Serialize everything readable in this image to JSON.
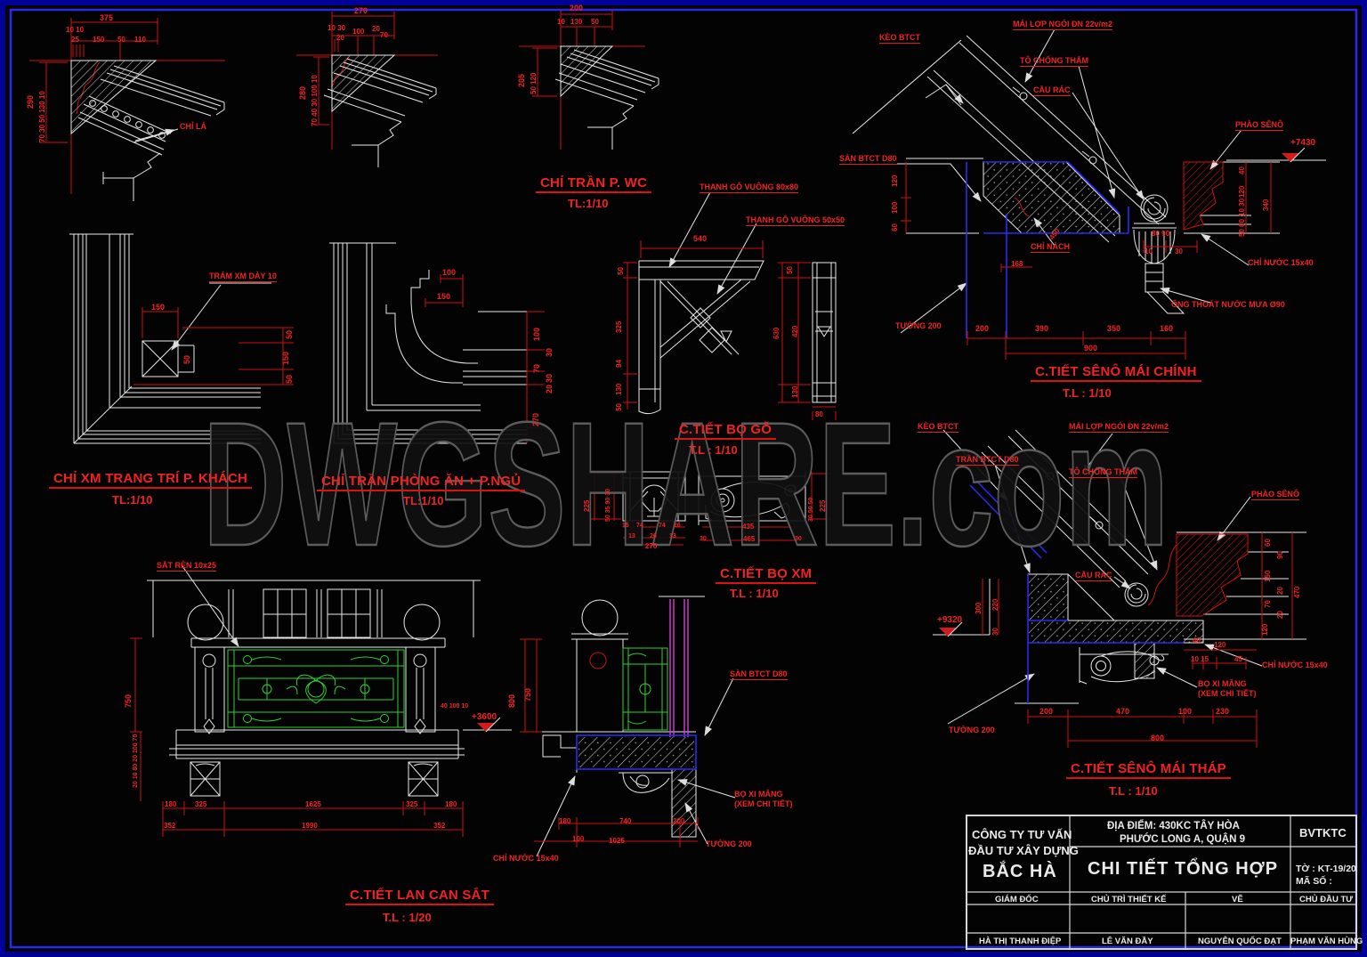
{
  "watermark": "DWGSHARE.com",
  "colors": {
    "dim_red": "#f32222",
    "line_white": "#e8e8e8",
    "accent_blue": "#2a2aee",
    "rail_green": "#2ed32e",
    "pipe_magenta": "#d93bd9"
  },
  "d1": {
    "w": "375",
    "r1": "10 10",
    "r2": "25",
    "r3": "150",
    "r4": "50",
    "r5": "110",
    "h": "290",
    "lc": "70 30 50 130 10",
    "label": "CHỈ LÁ"
  },
  "d2": {
    "w": "270",
    "r1": "10 30",
    "r2": "20",
    "r3": "100",
    "r4": "20",
    "r5": "70",
    "h": "280",
    "lc": "70 40 30 100 10"
  },
  "d3": {
    "w": "200",
    "r1": "10",
    "r2": "130",
    "r3": "50",
    "h": "205",
    "lc": "50 120",
    "title": "CHỈ TRẦN P. WC",
    "scale": "TL:1/10"
  },
  "d4": {
    "leader": "TRÁM XM DÀY 10",
    "d150": "150",
    "d50": "50",
    "rc1": "50",
    "rc2": "150",
    "rc3": "50",
    "title": "CHỈ XM TRANG TRÍ P. KHÁCH",
    "scale": "TL:1/10"
  },
  "d5": {
    "d100": "100",
    "d150": "150",
    "rc": [
      "100",
      "30",
      "70",
      "30",
      "20",
      "270"
    ],
    "title": "CHỈ TRẦN PHÒNG ĂN +  P.NGỦ",
    "scale": "TL:1/10"
  },
  "d6": {
    "l1": "THANH GỖ VUÔNG 80x80",
    "l2": "THANH GỖ VUÔNG 50x50",
    "w": "540",
    "lc": [
      "50",
      "325",
      "94",
      "130",
      "50"
    ],
    "sc": [
      "50",
      "630",
      "420",
      "130",
      "80"
    ],
    "title": "C.TIẾT BỌ GỖ",
    "scale": "T.L : 1/10"
  },
  "d7": {
    "b1": [
      "15",
      "74",
      "74",
      "26"
    ],
    "b2": [
      "13",
      "26",
      "13"
    ],
    "b3": "270",
    "lh": "225",
    "lsc": "50 35 90 30",
    "rb1": "435",
    "rb2": [
      "30",
      "465",
      "30"
    ],
    "rh": "225",
    "rsc": "30 50 50",
    "title": "C.TIẾT BỌ XM",
    "scale": "T.L : 1/10"
  },
  "d8": {
    "keo": "KÈO BTCT",
    "mai": "MÁI LỢP NGÓI ĐN 22v/m2",
    "tct": "TÔ CHỐNG THẤM",
    "cr": "CẦU RÁC",
    "ps": "PHÀO SÊNÔ",
    "elev": "+7430",
    "san": "SÀN BTCT D80",
    "cn": "CHỈ NÁCH",
    "tuong": "TƯỜNG 200",
    "cnuoc": "CHỈ NƯỚC 15x40",
    "ong": "ỐNG THOÁT NƯỚC MƯA Ø90",
    "lc": [
      "120",
      "100",
      "60"
    ],
    "d168": "168",
    "d450": "450",
    "d8090": "80  90",
    "d10": "10",
    "d30": "30",
    "rc": [
      "40",
      "120",
      "10 30",
      "60",
      "50",
      "340"
    ],
    "bd": [
      "200",
      "390",
      "350",
      "160",
      "900"
    ],
    "title": "C.TIẾT SÊNÔ MÁI CHÍNH",
    "scale": "T.L : 1/10"
  },
  "d9": {
    "keo": "KÈO BTCT",
    "tran": "TRẦN BTCT D80",
    "mai": "MÁI LỢP NGÓI ĐN 22v/m2",
    "tct": "TÔ CHỐNG THẤM",
    "ps": "PHÀO SÊNÔ",
    "cr": "CẦU RÁC",
    "elev": "+9320",
    "tuong": "TƯỜNG 200",
    "cnuoc": "CHỈ NƯỚC 15x40",
    "bxm1": "BỌ XI MĂNG",
    "bxm2": "(XEM CHI TIẾT)",
    "lc": [
      "300",
      "220",
      "30"
    ],
    "rc": [
      "60",
      "90",
      "150",
      "20",
      "70",
      "20",
      "120",
      "470"
    ],
    "sd": [
      "40",
      "120",
      "10 15",
      "45"
    ],
    "bd": [
      "200",
      "470",
      "100",
      "230",
      "800"
    ],
    "title": "C.TIẾT SÊNÔ MÁI THÁP",
    "scale": "T.L : 1/10"
  },
  "d10": {
    "label": "SẮT RÈN 10x25",
    "h750": "750",
    "lsc": "20 10 80 20 100 70",
    "rsc": "40 100 10",
    "bd1": [
      "180",
      "325",
      "1625",
      "325",
      "180"
    ],
    "bd2": [
      "352",
      "1990",
      "352"
    ],
    "title": "C.TIẾT LAN CAN SẮT",
    "scale": "T.L : 1/20"
  },
  "d11": {
    "elev": "+3600",
    "h800": "800",
    "h750": "750",
    "san": "SÀN BTCT D80",
    "bxm1": "BỌ XI MĂNG",
    "bxm2": "(XEM CHI TIẾT)",
    "tuong": "TƯỜNG 200",
    "cnuoc": "CHỈ NƯỚC 15x40",
    "bd1": [
      "180",
      "740",
      "200"
    ],
    "bd2": [
      "100",
      "1025"
    ]
  },
  "tb": {
    "c1": "CÔNG TY TƯ VẤN",
    "c2": "ĐẦU TƯ XÂY DỰNG",
    "c3": "BẮC HÀ",
    "a1": "ĐỊA ĐIỂM: 430KC TÂY HÒA",
    "a2": "PHƯỚC LONG A, QUẬN 9",
    "code": "BVTKTC",
    "sheet": "CHI TIẾT TỔNG HỢP",
    "to": "TỜ : KT-19/20",
    "ms": "MÃ SỐ :",
    "r1": "GIÁM ĐỐC",
    "r2": "CHỦ TRÌ THIẾT KẾ",
    "r3": "VẼ",
    "r4": "CHỦ ĐẦU TƯ",
    "n1": "HÀ THỊ THANH ĐIỆP",
    "n2": "LÊ VĂN ĐẦY",
    "n3": "NGUYỄN QUỐC ĐẠT",
    "n4": "PHẠM VĂN HÙNG"
  }
}
